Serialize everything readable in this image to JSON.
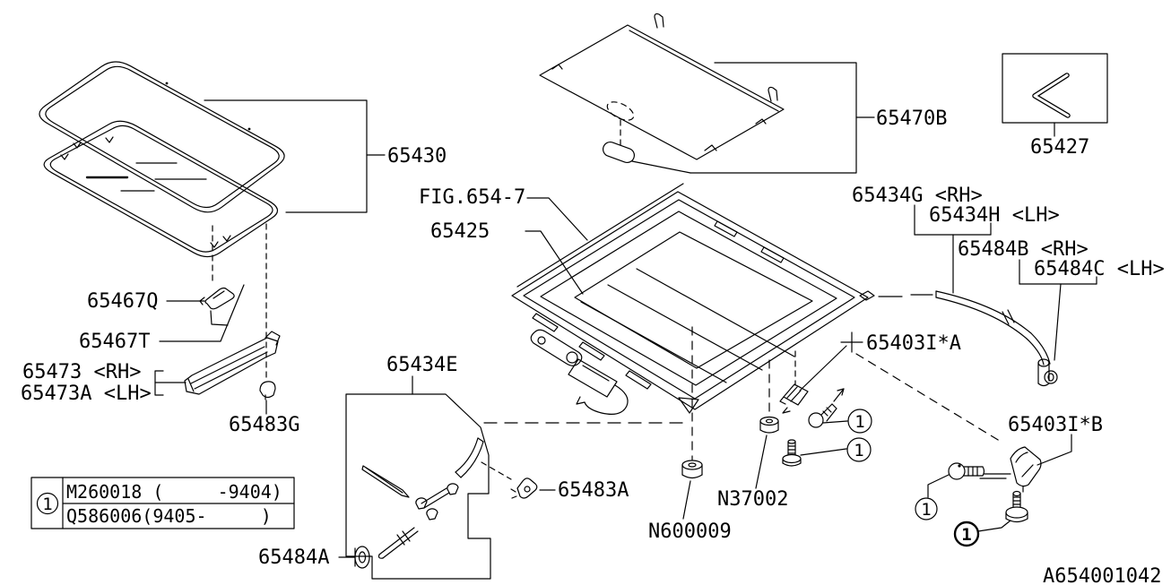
{
  "figure": {
    "ref": "FIG.654-7",
    "doc_id": "A654001042"
  },
  "labels": {
    "glass": "65430",
    "sunshade": "65470B",
    "wire_clip": "65427",
    "lid": "65425",
    "clip_q": "65467Q",
    "bracket_t": "65467T",
    "rail_rh": "65473 <RH>",
    "rail_lh": "65473A <LH>",
    "clip_g": "65483G",
    "drain_set": "65434E",
    "clip_a": "65483A",
    "grommet_a": "65484A",
    "nut_front": "N600009",
    "nut_side": "N37002",
    "bracket_ia": "65403I*A",
    "bracket_ib": "65403I*B",
    "drain_g_rh": "65434G <RH>",
    "drain_h_lh": "65434H <LH>",
    "hose_b_rh": "65484B <RH>",
    "hose_c_lh": "65484C <LH>",
    "callout_1": "1"
  },
  "table": {
    "callout": "1",
    "rows": [
      "M260018 (     -9404)",
      "Q586006(9405-     )"
    ]
  }
}
